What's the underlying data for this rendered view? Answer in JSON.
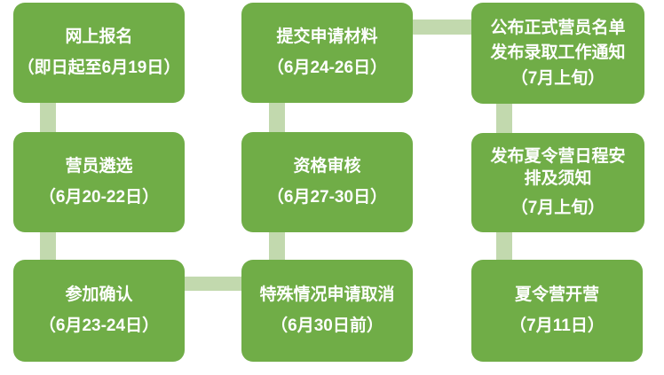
{
  "colors": {
    "box_green": "#70ad47",
    "connector_green": "#c2d9ae",
    "text_white": "#ffffff",
    "background": "#ffffff"
  },
  "steps": [
    {
      "name": "online-registration",
      "title_lines": [
        "网上报名"
      ],
      "date": "（即日起至6月19日）"
    },
    {
      "name": "camper-selection",
      "title_lines": [
        "营员遴选"
      ],
      "date": "（6月20-22日）"
    },
    {
      "name": "participation-confirmation",
      "title_lines": [
        "参加确认"
      ],
      "date": "（6月23-24日）"
    },
    {
      "name": "submit-application-materials",
      "title_lines": [
        "提交申请材料"
      ],
      "date": "（6月24-26日）"
    },
    {
      "name": "qualification-review",
      "title_lines": [
        "资格审核"
      ],
      "date": "（6月27-30日）"
    },
    {
      "name": "special-case-cancellation",
      "title_lines": [
        "特殊情况申请取消"
      ],
      "date": "（6月30日前）"
    },
    {
      "name": "announce-camper-list",
      "title_lines": [
        "公布正式营员名单",
        "发布录取工作通知"
      ],
      "date": "（7月上旬）"
    },
    {
      "name": "publish-camp-schedule",
      "title_lines": [
        "发布夏令营日程安",
        "排及须知"
      ],
      "date": "（7月上旬）"
    },
    {
      "name": "camp-opening",
      "title_lines": [
        "夏令营开营"
      ],
      "date": "（7月11日）"
    }
  ],
  "connectors": [
    {
      "name": "connector-col1-row1-row2",
      "orientation": "vertical"
    },
    {
      "name": "connector-col1-row2-row3",
      "orientation": "vertical"
    },
    {
      "name": "connector-col2-row1-row2",
      "orientation": "vertical"
    },
    {
      "name": "connector-col2-row2-row3",
      "orientation": "vertical"
    },
    {
      "name": "connector-col3-row1-row2",
      "orientation": "vertical"
    },
    {
      "name": "connector-col3-row2-row3",
      "orientation": "vertical"
    },
    {
      "name": "connector-row1-col2-col3",
      "orientation": "horizontal"
    },
    {
      "name": "connector-row3-col1-col2",
      "orientation": "horizontal"
    }
  ]
}
